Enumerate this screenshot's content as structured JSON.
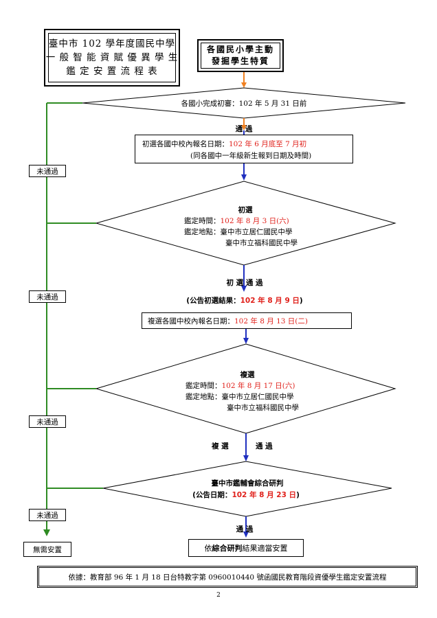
{
  "title": {
    "line1": "臺中市 102 學年度國民中學",
    "line2": "一 般 智 能 資 賦 優 異 學 生",
    "line3": "鑑  定  安  置  流  程  表"
  },
  "start_box": {
    "line1": "各國民小學主動",
    "line2": "發掘學生特質"
  },
  "decision1": "各國小完成初審：102 年 5 月 31 日前",
  "pass1": "通  過",
  "register1": {
    "prefix": "初選各國中校內報名日期：",
    "date": "102 年 6 月底至 7 月初",
    "line2": "(同各國中一年級新生報到日期及時間)"
  },
  "decision2": {
    "heading": "初選",
    "time_prefix": "鑑定時間：",
    "time": "102 年 8 月 3 日(六)",
    "place_prefix": "鑑定地點：",
    "place1": "臺中市立居仁國民中學",
    "place2": "臺中市立福科國民中學"
  },
  "pass2": "初  選  通  過",
  "announce1": {
    "prefix": "(公告初選結果：",
    "date": "102 年 8 月 9 日",
    "suffix": ")"
  },
  "register2": {
    "prefix": "複選各國中校內報名日期：",
    "date": "102 年 8 月 13 日(二)"
  },
  "decision3": {
    "heading": "複選",
    "time_prefix": "鑑定時間：",
    "time": "102 年 8 月 17 日(六)",
    "place_prefix": "鑑定地點：",
    "place1": "臺中市立居仁國民中學",
    "place2": "臺中市立福科國民中學"
  },
  "pass3_left": "複  選",
  "pass3_right": "通  過",
  "decision4": {
    "heading": "臺中市鑑輔會綜合研判",
    "prefix": "(公告日期：",
    "date": "102 年 8 月 23 日",
    "suffix": ")"
  },
  "pass4": "通  過",
  "final_box": {
    "prefix": "依",
    "bold": "綜合研判",
    "suffix": "結果適當安置"
  },
  "fail_label": "未通過",
  "no_placement": "無需安置",
  "footer": "依據：教育部 96 年 1 月 18 日台特教字第 0960010440 號函國民教育階段資優學生鑑定安置流程",
  "page_number": "2",
  "colors": {
    "fail_line": "#2e8b22",
    "pass_arrow": "#1f2fbf",
    "start_arrow": "#f08020",
    "highlight": "#e0201a"
  }
}
